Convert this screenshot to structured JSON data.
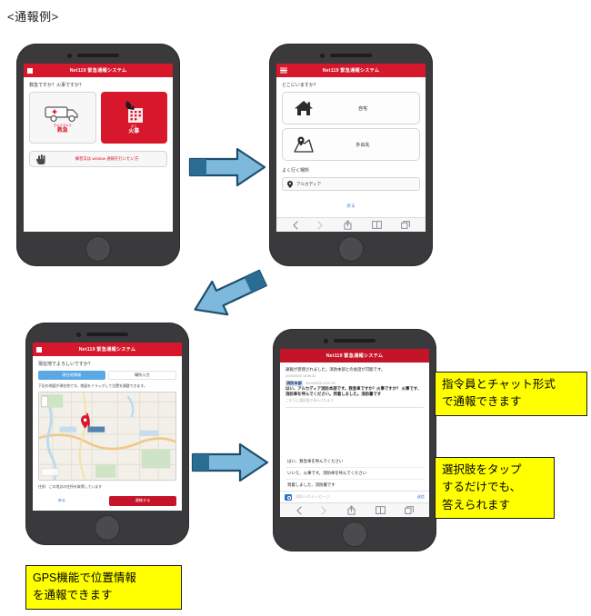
{
  "page": {
    "title": "<通報例>"
  },
  "app": {
    "header_full": "Net119 緊急通報システム",
    "header_short": "Net119 緊急通報システム"
  },
  "phone1": {
    "prompt": "救急ですか？火事ですか？",
    "ambulance": {
      "ruby": "きゅうきゅう",
      "label": "救急",
      "icon": "ambulance-icon"
    },
    "fire": {
      "ruby": "かじ",
      "label": "火事",
      "icon": "burning-building-icon"
    },
    "other": {
      "label": "練習又は window 通報を行いたい方",
      "icon": "hand-tap-icon"
    }
  },
  "phone2": {
    "prompt": "どこにいますか？",
    "options": [
      {
        "label": "自宅",
        "icon": "house-icon"
      },
      {
        "label": "外出先",
        "icon": "map-pin-icon"
      }
    ],
    "section_label": "よく行く場所",
    "saved_place": {
      "label": "アルカディア",
      "icon": "pin-icon"
    },
    "back_label": "戻る",
    "safari_icons": [
      "back-icon",
      "forward-icon",
      "share-icon",
      "bookmarks-icon",
      "tabs-icon"
    ]
  },
  "phone3": {
    "prompt": "現在地でよろしいですか？",
    "tabs": [
      {
        "label": "現在地情報",
        "selected": true
      },
      {
        "label": "場所入力",
        "selected": false
      }
    ],
    "note": "下記の地図が現在地です。地図をドラッグして位置を調整できます。",
    "map_caption": "住所：この地点の住所を取得しています",
    "back_label": "戻る",
    "submit_label": "通報する"
  },
  "phone4": {
    "messages": [
      {
        "kind": "system",
        "text": "通報が受理されました。消防本部との会話が可能です。",
        "timestamp": "2019/05/20 15:56:34"
      },
      {
        "kind": "agent",
        "sender": "消防本部",
        "timestamp": "2019/05/20 15:57:02",
        "text": "はい、アルカディア消防本部です。救急車ですか？火事ですか？ 火事です、消防車を呼んでください。到着しました。消防署です"
      },
      {
        "kind": "placeholder",
        "text": "この下に選択肢が表示されます"
      }
    ],
    "choices": [
      "はい、救急車を呼んでください",
      "いいえ、火事です。消防車を呼んでください",
      "到着しました、消防署です"
    ],
    "composer": {
      "placeholder": "消防へのメッセージ",
      "send_label": "送信",
      "camera_icon": "camera-icon"
    },
    "safari_icons": [
      "back-icon",
      "forward-icon",
      "share-icon",
      "bookmarks-icon",
      "tabs-icon"
    ]
  },
  "callouts": {
    "gps": "GPS機能で位置情報\nを通報できます",
    "chat": "指令員とチャット形式\nで通報できます",
    "tap": "選択肢をタップ\nするだけでも、\n答えられます"
  },
  "colors": {
    "brand_red": "#d7172b",
    "arrow_fill": "#7cb9dd",
    "arrow_stroke": "#1f4e6b",
    "callout_bg": "#ffff00",
    "tab_active": "#5aa9e6"
  }
}
